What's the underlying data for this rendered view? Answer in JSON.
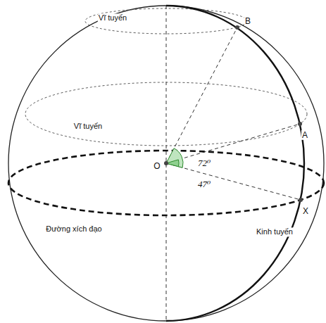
{
  "diagram": {
    "labels": [
      "Vĩ tuyến",
      "Vĩ tuyến",
      "B",
      "A",
      "O",
      "72⁰",
      "47⁰",
      "X",
      "Đường xích đạo",
      "Kinh tuyến"
    ]
  }
}
